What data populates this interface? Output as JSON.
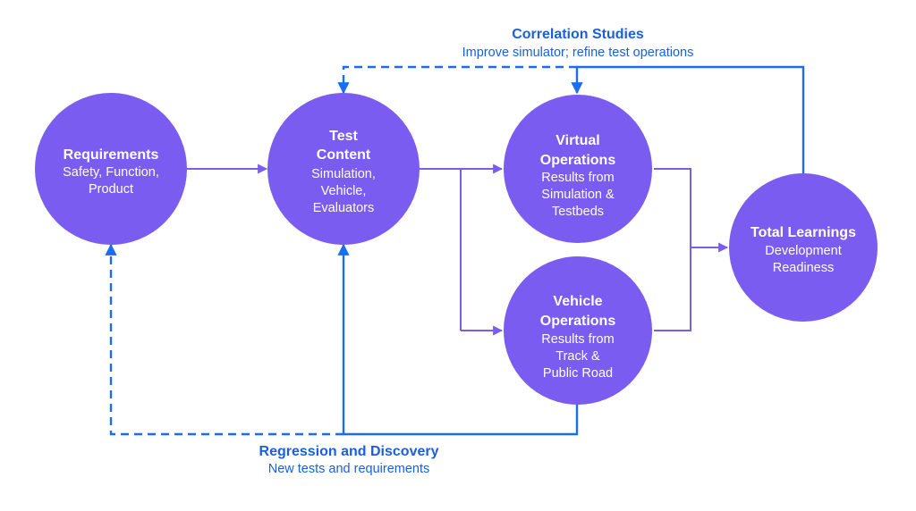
{
  "colors": {
    "node_fill": "#7b5cf0",
    "flow_arrow": "#7b5cf0",
    "feedback_arrow": "#1a6cf0",
    "feedback_text": "#1a5fe0"
  },
  "nodes": {
    "requirements": {
      "title": "Requirements",
      "lines": [
        "Safety, Function,",
        "Product"
      ]
    },
    "test_content": {
      "title_lines": [
        "Test",
        "Content"
      ],
      "lines": [
        "Simulation,",
        "Vehicle,",
        "Evaluators"
      ]
    },
    "virtual_operations": {
      "title_lines": [
        "Virtual",
        "Operations"
      ],
      "lines": [
        "Results from",
        "Simulation &",
        "Testbeds"
      ]
    },
    "vehicle_operations": {
      "title_lines": [
        "Vehicle",
        "Operations"
      ],
      "lines": [
        "Results from",
        "Track &",
        "Public Road"
      ]
    },
    "total_learnings": {
      "title": "Total Learnings",
      "lines": [
        "Development",
        "Readiness"
      ]
    }
  },
  "feedback": {
    "correlation": {
      "title": "Correlation Studies",
      "subtitle": "Improve simulator; refine test operations"
    },
    "regression": {
      "title": "Regression and Discovery",
      "subtitle": "New tests and requirements"
    }
  }
}
